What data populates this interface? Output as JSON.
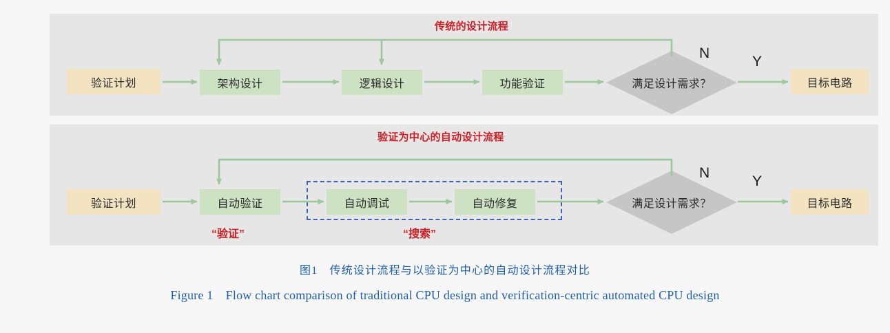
{
  "figure": {
    "background": "#f7f7f7",
    "panel_background": "#e6e6e6",
    "accent_red": "#cc2028",
    "accent_green": "#9bc89b",
    "node_green": "#cce2c2",
    "node_beige": "#f4e3c1",
    "decision_gray": "#c6c6c6",
    "dashed_blue": "#3b63b5",
    "caption_blue": "#1f5fb0"
  },
  "panels": [
    {
      "id": "traditional",
      "title": "传统的设计流程",
      "nodes": [
        {
          "id": "plan",
          "label": "验证计划",
          "kind": "beige"
        },
        {
          "id": "arch",
          "label": "架构设计",
          "kind": "green"
        },
        {
          "id": "logic",
          "label": "逻辑设计",
          "kind": "green"
        },
        {
          "id": "funcverify",
          "label": "功能验证",
          "kind": "green"
        },
        {
          "id": "decision",
          "label": "满足设计需求？",
          "kind": "decision"
        },
        {
          "id": "target",
          "label": "目标电路",
          "kind": "beige"
        }
      ],
      "branch_labels": {
        "no": "N",
        "yes": "Y"
      }
    },
    {
      "id": "automated",
      "title": "验证为中心的自动设计流程",
      "nodes": [
        {
          "id": "plan",
          "label": "验证计划",
          "kind": "beige"
        },
        {
          "id": "autoverify",
          "label": "自动验证",
          "kind": "green"
        },
        {
          "id": "autodebug",
          "label": "自动调试",
          "kind": "green"
        },
        {
          "id": "autorepair",
          "label": "自动修复",
          "kind": "green"
        },
        {
          "id": "decision",
          "label": "满足设计需求？",
          "kind": "decision"
        },
        {
          "id": "target",
          "label": "目标电路",
          "kind": "beige"
        }
      ],
      "branch_labels": {
        "no": "N",
        "yes": "Y"
      },
      "group_labels": [
        {
          "id": "verify",
          "label": "“验证”"
        },
        {
          "id": "search",
          "label": "“搜索”"
        }
      ]
    }
  ],
  "caption": {
    "chinese": "图1　传统设计流程与以验证为中心的自动设计流程对比",
    "english": "Figure 1　Flow chart comparison of traditional CPU design and verification-centric automated CPU design"
  }
}
